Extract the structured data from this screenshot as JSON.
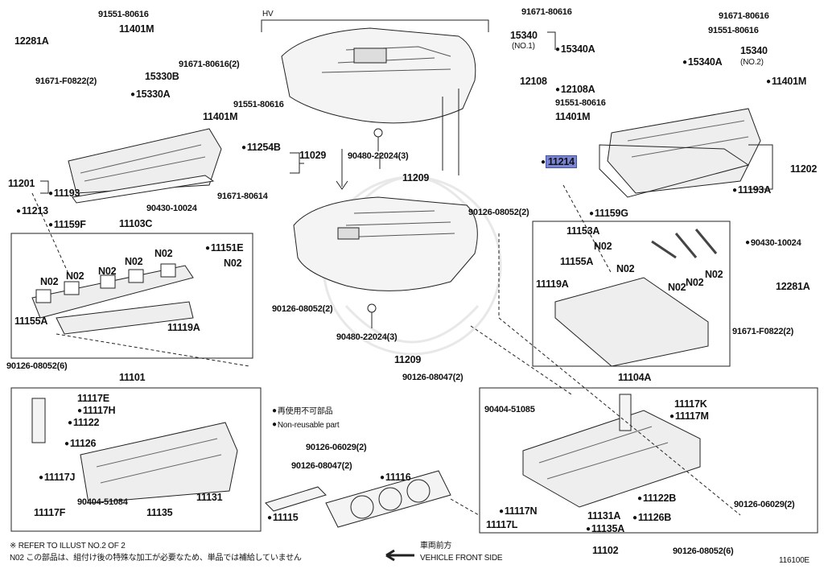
{
  "diagram": {
    "figure_code": "116100E",
    "labels": {
      "hv": "HV",
      "p_12281A_l": "12281A",
      "p_91551_80616_a": "91551-80616",
      "p_11401M_a": "11401M",
      "p_91671_F0822_2_l": "91671-F0822(2)",
      "p_91671_80616_2": "91671-80616(2)",
      "p_15330B": "15330B",
      "p_15330A": "15330A",
      "p_11401M_b": "11401M",
      "p_91551_80616_b": "91551-80616",
      "p_11201": "11201",
      "p_11193": "11193",
      "p_11254B": "11254B",
      "p_11029": "11029",
      "p_91671_80614": "91671-80614",
      "p_11213": "11213",
      "p_90430_10024_a": "90430-10024",
      "p_11159F": "11159F",
      "p_11103C": "11103C",
      "p_11151E": "11151E",
      "p_N02": "N02",
      "p_11155A_a": "11155A",
      "p_11119A_a": "11119A",
      "p_90480_22024_3_a": "90480-22024(3)",
      "p_11209_a": "11209",
      "p_90480_22024_3_b": "90480-22024(3)",
      "p_11209_b": "11209",
      "p_90126_08052_2_a": "90126-08052(2)",
      "p_90126_08052_6_l": "90126-08052(6)",
      "p_11101": "11101",
      "p_11117E": "11117E",
      "p_11117H": "11117H",
      "p_11122": "11122",
      "p_11126": "11126",
      "p_11117J": "11117J",
      "p_11117F": "11117F",
      "p_90404_51084": "90404-51084",
      "p_11135": "11135",
      "p_11131": "11131",
      "p_11115": "11115",
      "p_11116": "11116",
      "p_90126_06029_2_a": "90126-06029(2)",
      "p_90126_08047_2_a": "90126-08047(2)",
      "p_90126_08047_2_b": "90126-08047(2)",
      "p_91671_80616_r1": "91671-80616",
      "p_91671_80616_r2": "91671-80616",
      "p_91551_80616_r": "91551-80616",
      "p_15340_no1": "15340",
      "p_no1": "(NO.1)",
      "p_15340A_a": "15340A",
      "p_15340A_b": "15340A",
      "p_15340_no2": "15340",
      "p_no2": "(NO.2)",
      "p_12108": "12108",
      "p_12108A": "12108A",
      "p_11401M_c": "11401M",
      "p_91551_80616_c": "91551-80616",
      "p_11401M_d": "11401M",
      "p_11214": "11214",
      "p_11202": "11202",
      "p_11193A": "11193A",
      "p_90126_08052_2_b": "90126-08052(2)",
      "p_11159G": "11159G",
      "p_11153A": "11153A",
      "p_11155A_b": "11155A",
      "p_11119A_b": "11119A",
      "p_90430_10024_b": "90430-10024",
      "p_12281A_r": "12281A",
      "p_91671_F0822_2_r": "91671-F0822(2)",
      "p_11104A": "11104A",
      "p_90404_51085": "90404-51085",
      "p_11117K": "11117K",
      "p_11117M": "11117M",
      "p_11117N": "11117N",
      "p_11117L": "11117L",
      "p_11122B": "11122B",
      "p_11126B": "11126B",
      "p_11131A": "11131A",
      "p_11135A": "11135A",
      "p_11102": "11102",
      "p_90126_06029_2_b": "90126-06029(2)",
      "p_90126_08052_6_r": "90126-08052(6)"
    },
    "legend": {
      "reuse_jp": "再使用不可部品",
      "reuse_en": "Non-reusable part"
    },
    "footnotes": {
      "refer": "※ REFER TO ILLUST NO.2 OF 2",
      "n02_note": "N02 この部品は、組付け後の特殊な加工が必要なため、単品では補給していません",
      "front_jp": "車両前方",
      "front_en": "VEHICLE FRONT SIDE"
    },
    "highlight_color": "#7b85d6",
    "selected_part": "11214"
  }
}
